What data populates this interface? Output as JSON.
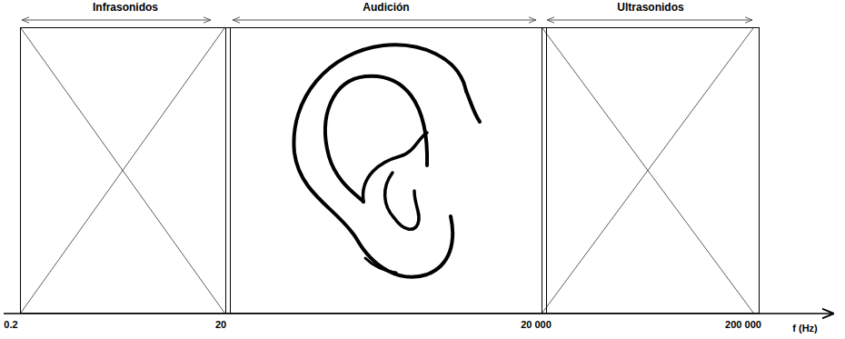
{
  "diagram": {
    "nodes": [
      {
        "text": [
          "Infrasonidos"
        ]
      },
      {
        "text": [
          "Audición"
        ]
      },
      {
        "text": [
          "Ultrasonidos"
        ]
      }
    ],
    "labels": [
      "0.2",
      "20",
      "20 000",
      "200 000",
      "f (Hz)"
    ]
  }
}
